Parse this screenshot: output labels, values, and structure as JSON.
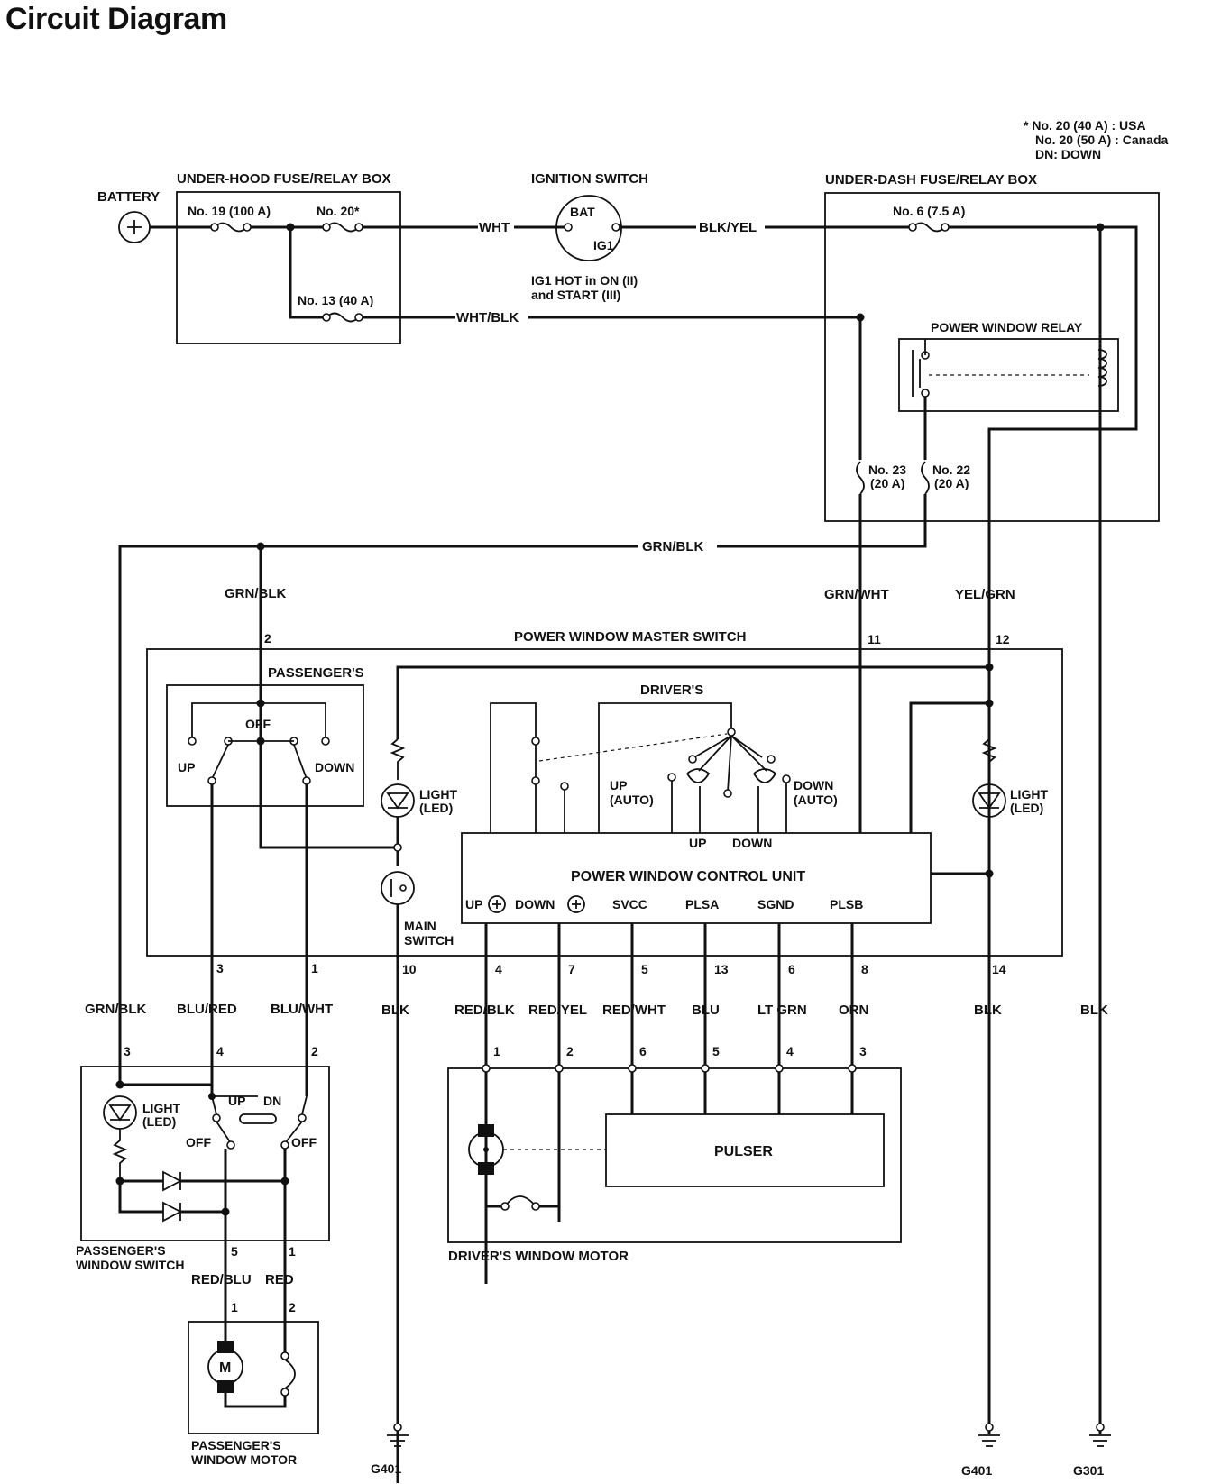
{
  "title": "Circuit Diagram",
  "legend": [
    "* No. 20 (40 A) : USA",
    "No. 20 (50 A) : Canada",
    "DN: DOWN"
  ],
  "components": {
    "battery": "BATTERY",
    "underhood_box": "UNDER-HOOD FUSE/RELAY BOX",
    "ignition_switch": "IGNITION SWITCH",
    "ignition_bat": "BAT",
    "ignition_ig1": "IG1",
    "ignition_note_1": "IG1 HOT in ON (II)",
    "ignition_note_2": "and START (III)",
    "underdash_box": "UNDER-DASH FUSE/RELAY BOX",
    "power_window_relay": "POWER WINDOW RELAY",
    "master_switch": "POWER WINDOW MASTER SWITCH",
    "passengers": "PASSENGER'S",
    "drivers": "DRIVER'S",
    "off": "OFF",
    "up": "UP",
    "down": "DOWN",
    "up_auto_1": "UP",
    "up_auto_2": "(AUTO)",
    "down_auto_1": "DOWN",
    "down_auto_2": "(AUTO)",
    "light_1": "LIGHT",
    "light_2": "(LED)",
    "main_switch_1": "MAIN",
    "main_switch_2": "SWITCH",
    "control_unit": "POWER WINDOW CONTROL UNIT",
    "cu_up": "UP",
    "cu_down": "DOWN",
    "cu_svcc": "SVCC",
    "cu_plsa": "PLSA",
    "cu_sgnd": "SGND",
    "cu_plsb": "PLSB",
    "pulser": "PULSER",
    "drivers_motor": "DRIVER'S WINDOW MOTOR",
    "pass_switch_1": "PASSENGER'S",
    "pass_switch_2": "WINDOW SWITCH",
    "pass_motor_1": "PASSENGER'S",
    "pass_motor_2": "WINDOW MOTOR",
    "dn": "DN",
    "motor_m": "M"
  },
  "fuses": {
    "f19": "No. 19 (100 A)",
    "f20": "No. 20*",
    "f13": "No. 13 (40 A)",
    "f6": "No. 6 (7.5 A)",
    "f23a": "No. 23",
    "f23b": "(20 A)",
    "f22a": "No. 22",
    "f22b": "(20 A)"
  },
  "wires": {
    "wht": "WHT",
    "blk_yel": "BLK/YEL",
    "wht_blk": "WHT/BLK",
    "grn_blk": "GRN/BLK",
    "grn_wht": "GRN/WHT",
    "yel_grn": "YEL/GRN",
    "blu_red": "BLU/RED",
    "blu_wht": "BLU/WHT",
    "blk": "BLK",
    "red_blk": "RED/BLK",
    "red_yel": "RED/YEL",
    "red_wht": "RED/WHT",
    "blu": "BLU",
    "lt_grn": "LT GRN",
    "orn": "ORN",
    "red_blu": "RED/BLU",
    "red": "RED"
  },
  "grounds": [
    "G401",
    "G401",
    "G301"
  ],
  "pins": {
    "m2": "2",
    "m11": "11",
    "m12": "12",
    "m3": "3",
    "m1": "1",
    "m10": "10",
    "m4": "4",
    "m7": "7",
    "m5": "5",
    "m13": "13",
    "m6": "6",
    "m8": "8",
    "m14": "14",
    "ps3": "3",
    "ps4": "4",
    "ps2": "2",
    "ps5": "5",
    "ps1": "1",
    "dm1": "1",
    "dm2": "2",
    "dm6": "6",
    "dm5": "5",
    "dm4": "4",
    "dm3": "3",
    "pm1": "1",
    "pm2": "2"
  }
}
